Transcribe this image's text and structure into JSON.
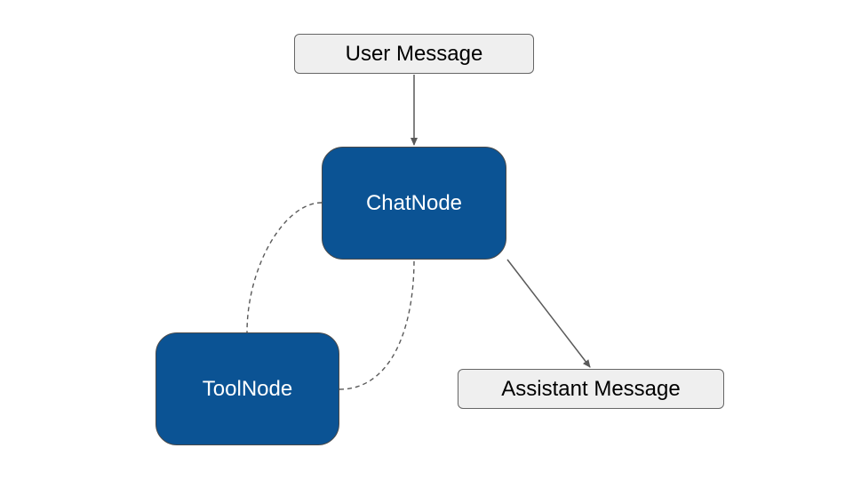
{
  "diagram": {
    "nodes": {
      "user_message": "User Message",
      "chat_node": "ChatNode",
      "tool_node": "ToolNode",
      "assistant_message": "Assistant Message"
    },
    "edges": [
      {
        "from": "User Message",
        "to": "ChatNode",
        "style": "solid",
        "arrow": true
      },
      {
        "from": "ChatNode",
        "to": "Assistant Message",
        "style": "solid",
        "arrow": true
      },
      {
        "from": "ChatNode",
        "to": "ToolNode",
        "style": "dashed",
        "arrow": false
      },
      {
        "from": "ToolNode",
        "to": "ChatNode",
        "style": "dashed",
        "arrow": false
      }
    ],
    "colors": {
      "dark_node_fill": "#0b5394",
      "light_node_fill": "#efefef",
      "edge": "#595959"
    }
  }
}
